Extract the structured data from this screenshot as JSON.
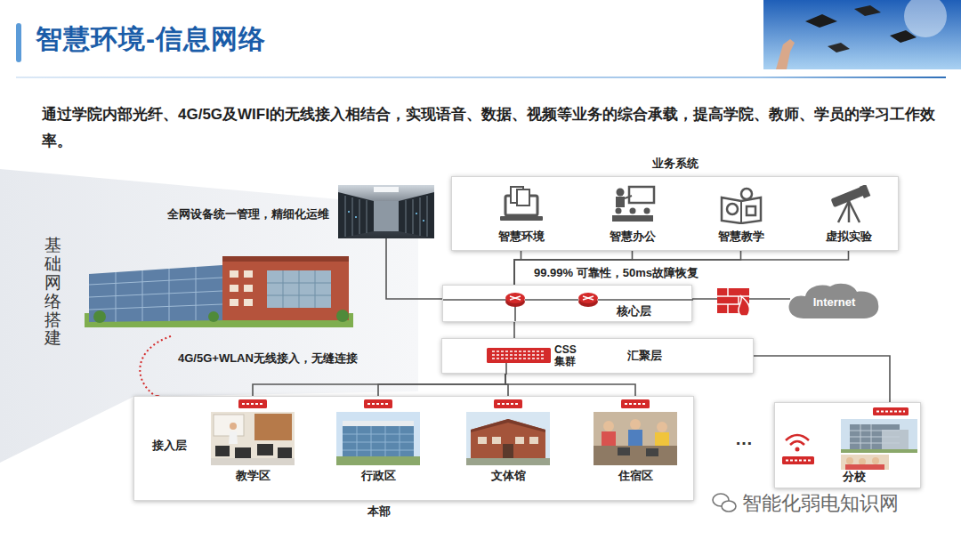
{
  "diagram": {
    "title": "智慧环境-信息网络",
    "nodes": [
      {
        "text": [
          "业务系统"
        ]
      },
      {
        "text": [
          "智慧环境"
        ],
        "in": 0
      },
      {
        "text": [
          "智慧办公"
        ],
        "in": 0
      },
      {
        "text": [
          "智慧教学"
        ],
        "in": 0
      },
      {
        "text": [
          "虚拟实验"
        ],
        "in": 0
      },
      {
        "text": [
          "全网设备统一管理，精细化运维"
        ]
      },
      {
        "text": [
          "核心层"
        ]
      },
      {
        "text": [
          "Internet"
        ]
      },
      {
        "text": [
          "CSS 集群",
          "汇聚层"
        ]
      },
      {
        "text": [
          "接入层",
          "本部"
        ]
      },
      {
        "text": [
          "教学区"
        ],
        "in": 9
      },
      {
        "text": [
          "行政区"
        ],
        "in": 9
      },
      {
        "text": [
          "文体馆"
        ],
        "in": 9
      },
      {
        "text": [
          "住宿区"
        ],
        "in": 9
      },
      {
        "text": [
          "分校"
        ]
      }
    ],
    "edges": [
      {
        "from": 1,
        "to": 6,
        "arrow": "none"
      },
      {
        "from": 2,
        "to": 6,
        "arrow": "none"
      },
      {
        "from": 3,
        "to": 6,
        "arrow": "none"
      },
      {
        "from": 4,
        "to": 6,
        "arrow": "none"
      },
      {
        "from": 5,
        "to": 6,
        "arrow": "none"
      },
      {
        "from": 6,
        "to": 7,
        "arrow": "none"
      },
      {
        "from": 6,
        "to": 8,
        "arrow": "none"
      },
      {
        "from": 8,
        "to": 10,
        "arrow": "none"
      },
      {
        "from": 8,
        "to": 11,
        "arrow": "none"
      },
      {
        "from": 8,
        "to": 12,
        "arrow": "none"
      },
      {
        "from": 8,
        "to": 13,
        "arrow": "none"
      },
      {
        "from": 8,
        "to": 14,
        "arrow": "none"
      }
    ],
    "labels": [
      "通过学院内部光纤、4G/5G及WIFI的无线接入相结合，实现语音、数据、视频等业务的综合承载，提高学院、教师、学员的学习工作效率。",
      "基础网络搭建",
      "99.99% 可靠性，50ms故障恢复",
      "4G/5G+WLAN无线接入，无缝连接",
      "…",
      "智能化弱电知识网"
    ]
  }
}
